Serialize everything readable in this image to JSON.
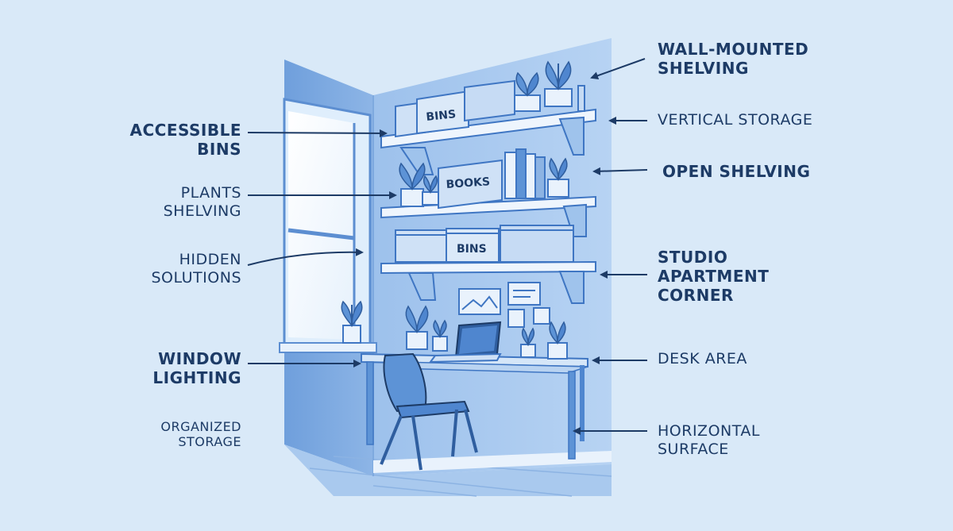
{
  "labels": {
    "accessible_bins": "ACCESSIBLE\nBINS",
    "plants_shelving": "PLANTS\nSHELVING",
    "hidden_solutions": "HIDDEN\nSOLUTIONS",
    "window_lighting": "WINDOW\nLIGHTING",
    "organized_storage": "ORGANIZED\nSTORAGE",
    "wall_mounted_shelving": "WALL-MOUNTED\nSHELVING",
    "vertical_storage": "VERTICAL STORAGE",
    "open_shelving": "OPEN SHELVING",
    "studio_apartment_corner": "STUDIO\nAPARTMENT\nCORNER",
    "desk_area": "DESK AREA",
    "horizontal_surface": "HORIZONTAL\nSURFACE"
  },
  "box_labels": {
    "top_bin": "BINS",
    "books_box": "BOOKS",
    "bottom_bin": "BINS"
  },
  "colors": {
    "background": "#d9e9f8",
    "text": "#1d3b66",
    "wall": "#9fc3ec",
    "accent": "#4f86cf"
  },
  "icons": {
    "arrow": "arrow-icon",
    "plant": "plant-icon",
    "laptop": "laptop-icon",
    "chair": "chair-icon"
  }
}
